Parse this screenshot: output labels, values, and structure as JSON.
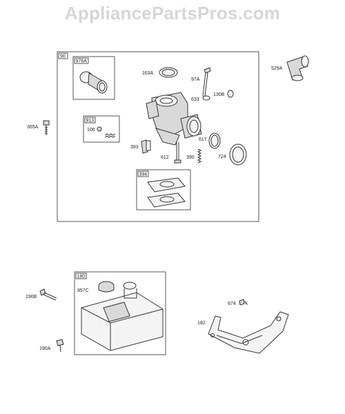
{
  "watermark": "AppliancePartsPros.com",
  "labels": {
    "box_90": "90",
    "box_976a": "976A",
    "box_913": "913",
    "box_394": "394",
    "box_180": "180",
    "p163a": "163A",
    "p97a": "97A",
    "p633": "633",
    "p130b": "130B",
    "p529a": "529A",
    "p365a": "365A",
    "p106": "106",
    "p393": "393",
    "p612": "612",
    "p390": "390",
    "p617": "617",
    "p724": "724",
    "p957c": "957C",
    "p190b": "190B",
    "p190a": "190A",
    "p674": "674",
    "p182": "182"
  }
}
